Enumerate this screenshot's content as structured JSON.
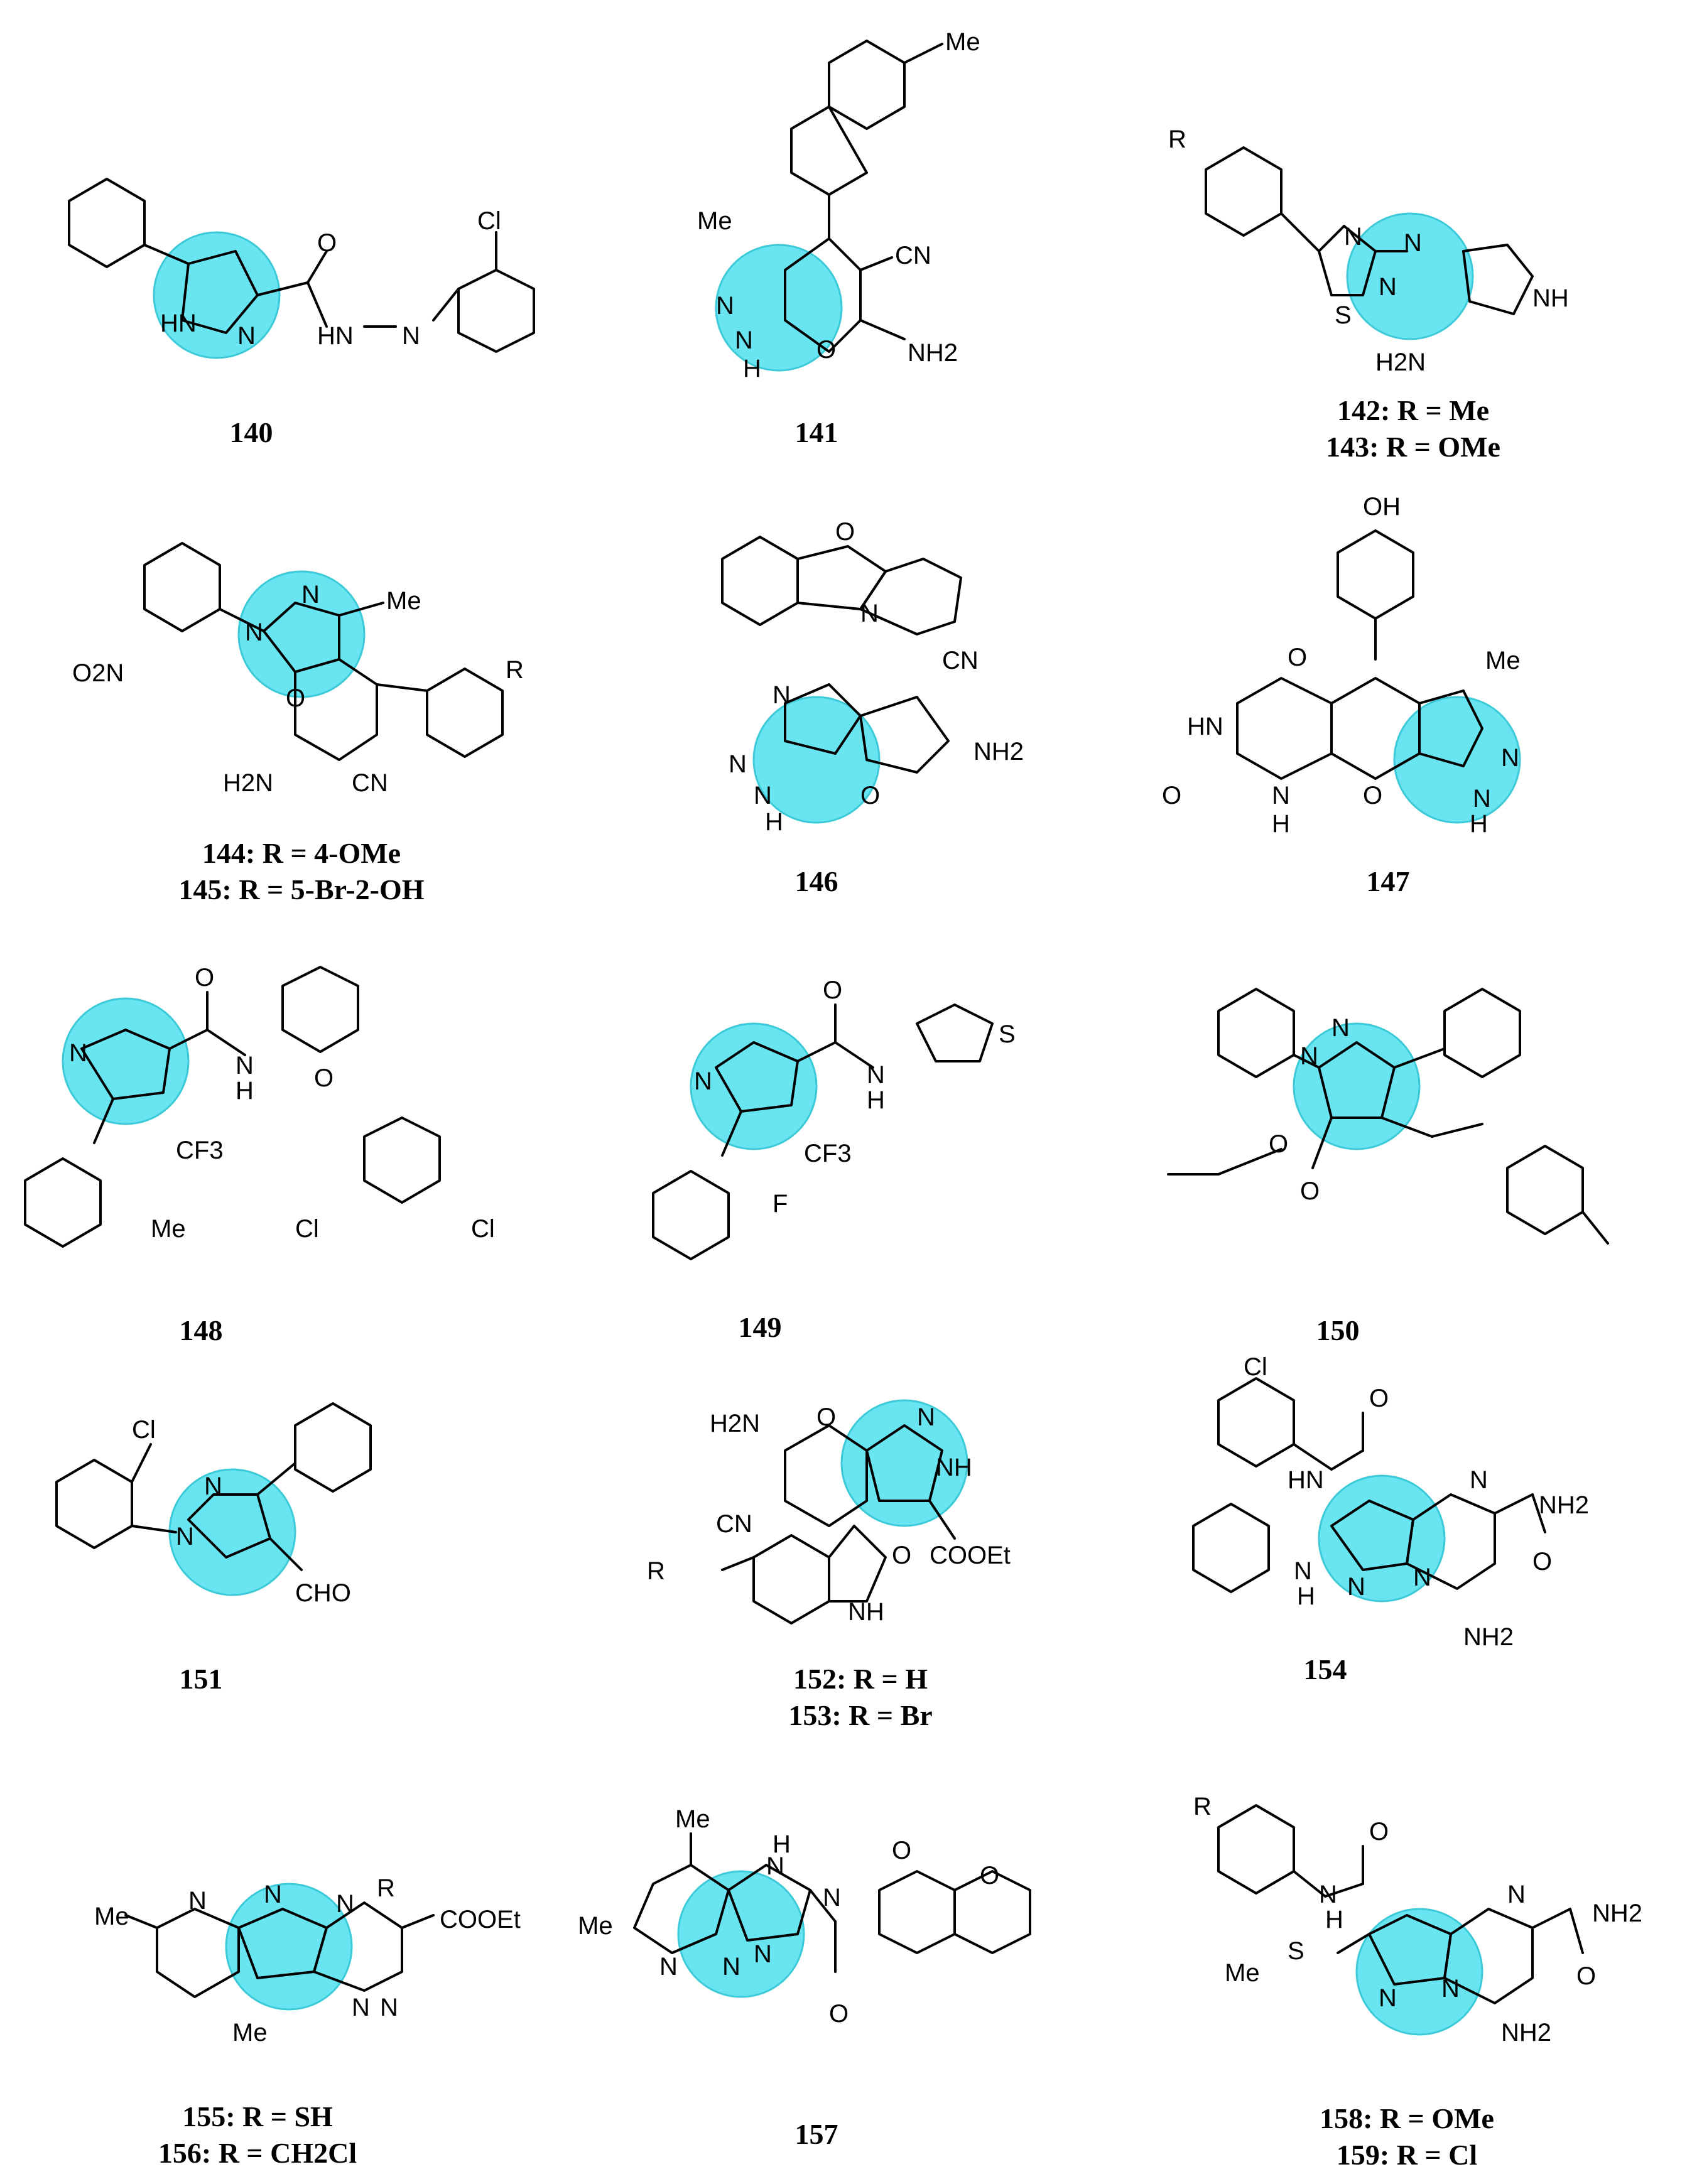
{
  "compounds": [
    {
      "id": "140",
      "label": "140",
      "atoms": [
        "HN",
        "N",
        "O",
        "HN",
        "N",
        "Cl"
      ]
    },
    {
      "id": "141",
      "label": "141",
      "atoms": [
        "Me",
        "N",
        "N",
        "H",
        "O",
        "CN",
        "NH2",
        "Me"
      ]
    },
    {
      "id": "142",
      "labels": [
        "142: R = Me",
        "143: R = OMe"
      ],
      "atoms": [
        "R",
        "N",
        "S",
        "N",
        "N",
        "NH",
        "H2N"
      ]
    },
    {
      "id": "144",
      "labels": [
        "144: R = 4-OMe",
        "145: R = 5-Br-2-OH"
      ],
      "atoms": [
        "O2N",
        "N",
        "N",
        "Me",
        "R",
        "O",
        "H2N",
        "CN"
      ]
    },
    {
      "id": "146",
      "label": "146",
      "atoms": [
        "O",
        "N",
        "N",
        "CN",
        "N",
        "N",
        "H",
        "O",
        "NH2"
      ]
    },
    {
      "id": "147",
      "label": "147",
      "atoms": [
        "OH",
        "O",
        "HN",
        "Me",
        "O",
        "N",
        "H",
        "O",
        "N",
        "N",
        "H"
      ]
    },
    {
      "id": "148",
      "label": "148",
      "atoms": [
        "O",
        "N",
        "N",
        "H",
        "CF3",
        "O",
        "Me",
        "Cl",
        "Cl"
      ]
    },
    {
      "id": "149",
      "label": "149",
      "atoms": [
        "O",
        "N",
        "N",
        "H",
        "S",
        "CF3",
        "F"
      ]
    },
    {
      "id": "150",
      "label": "150",
      "atoms": [
        "N",
        "N",
        "O",
        "O"
      ]
    },
    {
      "id": "151",
      "label": "151",
      "atoms": [
        "Cl",
        "N",
        "N",
        "CHO"
      ]
    },
    {
      "id": "152",
      "labels": [
        "152: R = H",
        "153: R = Br"
      ],
      "atoms": [
        "H2N",
        "O",
        "N",
        "NH",
        "CN",
        "R",
        "O",
        "COOEt",
        "NH"
      ]
    },
    {
      "id": "154",
      "label": "154",
      "atoms": [
        "Cl",
        "O",
        "HN",
        "N",
        "NH2",
        "N",
        "N",
        "N",
        "H",
        "O",
        "NH2"
      ]
    },
    {
      "id": "155",
      "labels": [
        "155: R = SH",
        "156: R = CH2Cl"
      ],
      "atoms": [
        "R",
        "N",
        "N",
        "N",
        "Me",
        "COOEt",
        "N",
        "N",
        "Me"
      ]
    },
    {
      "id": "157",
      "label": "157",
      "atoms": [
        "Me",
        "H",
        "N",
        "N",
        "O",
        "Me",
        "N",
        "N",
        "N",
        "O",
        "O"
      ]
    },
    {
      "id": "158",
      "labels": [
        "158: R = OMe",
        "159: R = Cl"
      ],
      "atoms": [
        "R",
        "O",
        "N",
        "NH2",
        "N",
        "H",
        "S",
        "Me",
        "N",
        "N",
        "O",
        "NH2"
      ]
    }
  ],
  "highlight_color": "#4fe0ee"
}
